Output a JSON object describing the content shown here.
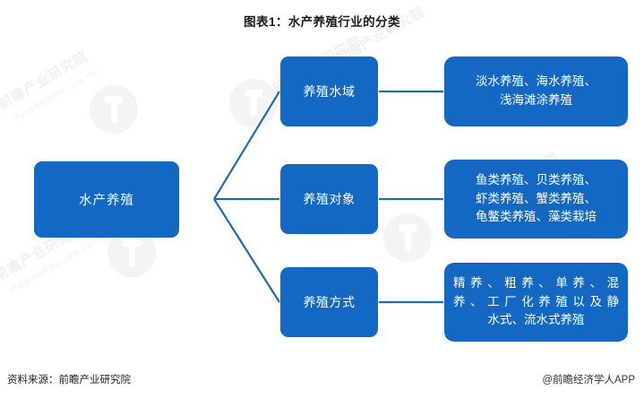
{
  "title": "图表1：水产养殖行业的分类",
  "colors": {
    "node_fill": "#1268c3",
    "connector": "#1f6cb0",
    "node_text": "#ffffff",
    "title_text": "#1a1a1a",
    "background": "#ffffff",
    "watermark": "#f0f0f0"
  },
  "diagram": {
    "type": "tree",
    "orientation": "left-to-right",
    "root": {
      "label": "水产养殖"
    },
    "branches": [
      {
        "category": "养殖水域",
        "detail_lines": [
          "淡水养殖、海水养殖、",
          "浅海滩涂养殖"
        ],
        "detail_full": "淡水养殖、海水养殖、浅海滩涂养殖"
      },
      {
        "category": "养殖对象",
        "detail_lines": [
          "鱼类养殖、贝类养殖、",
          "虾类养殖、蟹类养殖、",
          "龟鳖类养殖、藻类栽培"
        ],
        "detail_full": "鱼类养殖、贝类养殖、虾类养殖、蟹类养殖、龟鳖类养殖、藻类栽培"
      },
      {
        "category": "养殖方式",
        "detail_lines": [
          "精养、粗养、单养、混",
          "养、工厂化养殖以及静",
          "水式、流水式养殖"
        ],
        "detail_full": "精养、粗养、单养、混养、工厂化养殖以及静水式、流水式养殖"
      }
    ]
  },
  "footer": {
    "source": "资料来源：前瞻产业研究院",
    "brand": "@前瞻经济学人APP"
  },
  "watermarks": {
    "brand_text": "前瞻产业研究院",
    "sub_text": "产业咨询投资导航  ( 咨询: 839…"
  }
}
